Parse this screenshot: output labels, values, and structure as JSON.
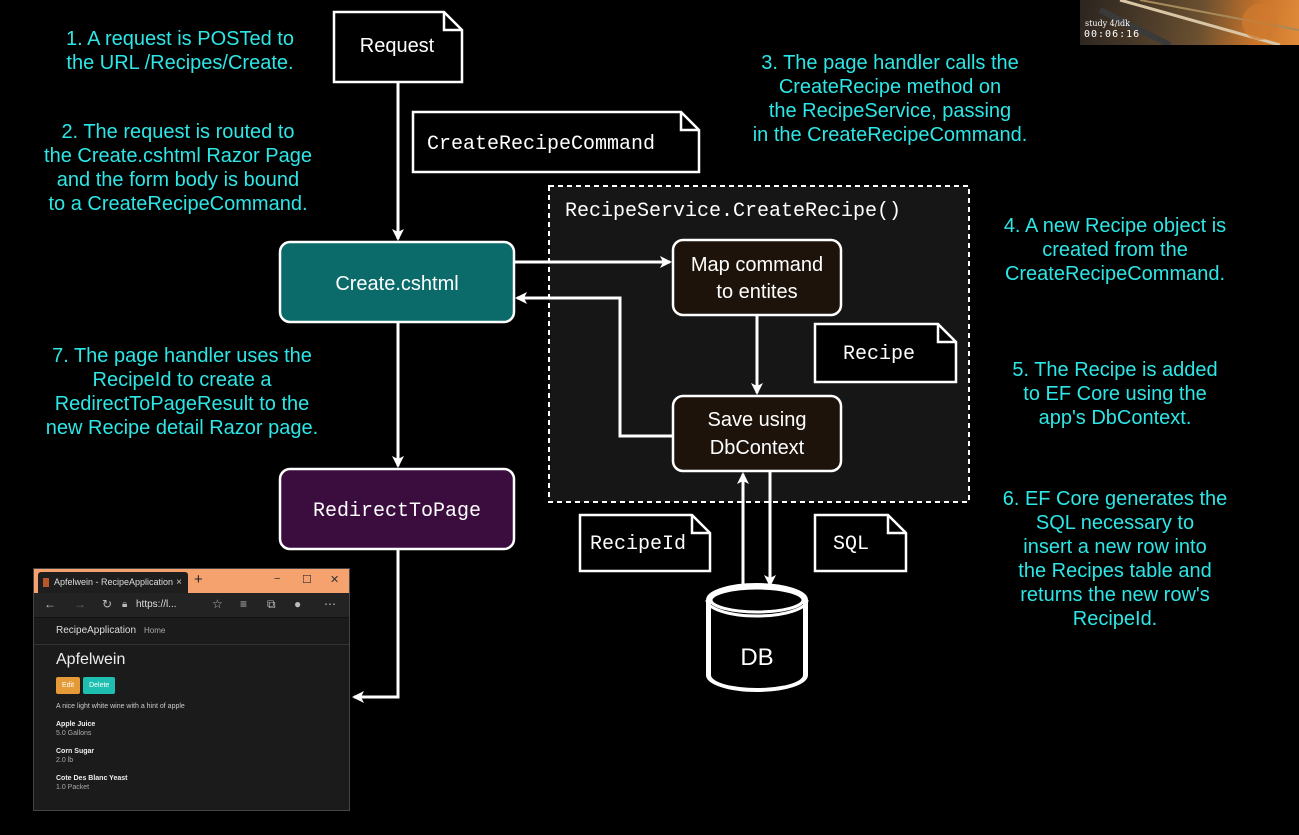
{
  "annotations": {
    "step1": [
      "1. A request is POSTed to",
      "the URL /Recipes/Create."
    ],
    "step2": [
      "2. The request is routed to",
      "the Create.cshtml Razor Page",
      "and the form body is bound",
      "to a CreateRecipeCommand."
    ],
    "step3": [
      "3. The page handler calls the",
      "CreateRecipe method on",
      "the RecipeService, passing",
      "in the CreateRecipeCommand."
    ],
    "step4": [
      "4. A new Recipe object is",
      "created from the",
      "CreateRecipeCommand."
    ],
    "step5": [
      "5. The Recipe is added",
      "to EF Core using the",
      "app's DbContext."
    ],
    "step6": [
      "6. EF Core generates the",
      "SQL necessary to",
      "insert a new row into",
      "the Recipes table and",
      "returns the new row's",
      "RecipeId."
    ],
    "step7": [
      "7. The page handler uses the",
      "RecipeId to create a",
      "RedirectToPageResult to the",
      "new Recipe detail Razor page."
    ]
  },
  "nodes": {
    "request": "Request",
    "create_page": "Create.cshtml",
    "redirect": "RedirectToPage",
    "map_command": [
      "Map command",
      "to entites"
    ],
    "save": [
      "Save using",
      "DbContext"
    ],
    "db": "DB"
  },
  "documents": {
    "command": "CreateRecipeCommand",
    "recipe": "Recipe",
    "recipe_id": "RecipeId",
    "sql": "SQL"
  },
  "service_label": "RecipeService.CreateRecipe()",
  "colors": {
    "annotation": "#2ee6e6",
    "create_page_fill": "#0b6b6b",
    "redirect_fill": "#3b0d3f",
    "process_fill": "#1e130b",
    "service_fill": "#161616"
  },
  "browser": {
    "tab_title": "Apfelwein - RecipeApplication",
    "tab_close": "×",
    "new_tab": "+",
    "window_controls": [
      "−",
      "☐",
      "✕"
    ],
    "url": "https://l...",
    "brand": "RecipeApplication",
    "nav_home": "Home",
    "heading": "Apfelwein",
    "edit_label": "Edit",
    "delete_label": "Delete",
    "description": "A nice light white wine with a hint of apple",
    "ingredients": [
      {
        "name": "Apple Juice",
        "quantity": "5.0 Gallons"
      },
      {
        "name": "Corn Sugar",
        "quantity": "2.0 lb"
      },
      {
        "name": "Cote Des Blanc Yeast",
        "quantity": "1.0 Packet"
      }
    ]
  },
  "webcam": {
    "label": "study 4/idk",
    "timer": "00:06:16"
  }
}
